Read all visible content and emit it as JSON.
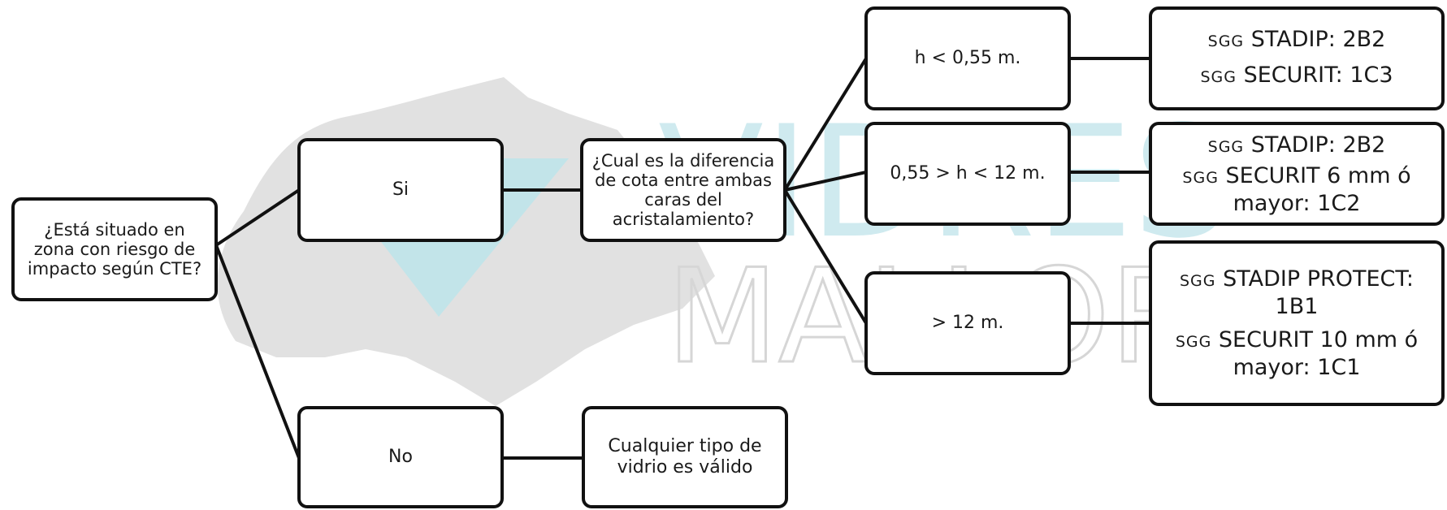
{
  "watermark": {
    "line1": "VIDRES",
    "line2": "MALLORCA"
  },
  "nodes": {
    "question": "¿Está situado en zona con riesgo de impacto según CTE?",
    "yes": "Si",
    "no": "No",
    "height_question": "¿Cual es la diferencia de cota entre ambas caras del acristalamiento?",
    "any_glass": "Cualquier tipo de vidrio es válido",
    "h_low": "h < 0,55 m.",
    "h_mid": "0,55 > h < 12 m.",
    "h_high": "> 12 m."
  },
  "results": {
    "brand": "SGG",
    "low": {
      "line1": "STADIP: 2B2",
      "line2": "SECURIT: 1C3"
    },
    "mid": {
      "line1": "STADIP: 2B2",
      "line2": "SECURIT 6 mm ó mayor: 1C2"
    },
    "high": {
      "line1": "STADIP PROTECT: 1B1",
      "line2": "SECURIT 10 mm ó mayor: 1C1"
    }
  },
  "colors": {
    "border": "#111111",
    "watermark_gray": "#d9d9d9",
    "watermark_cyan": "#bfe4ea"
  }
}
